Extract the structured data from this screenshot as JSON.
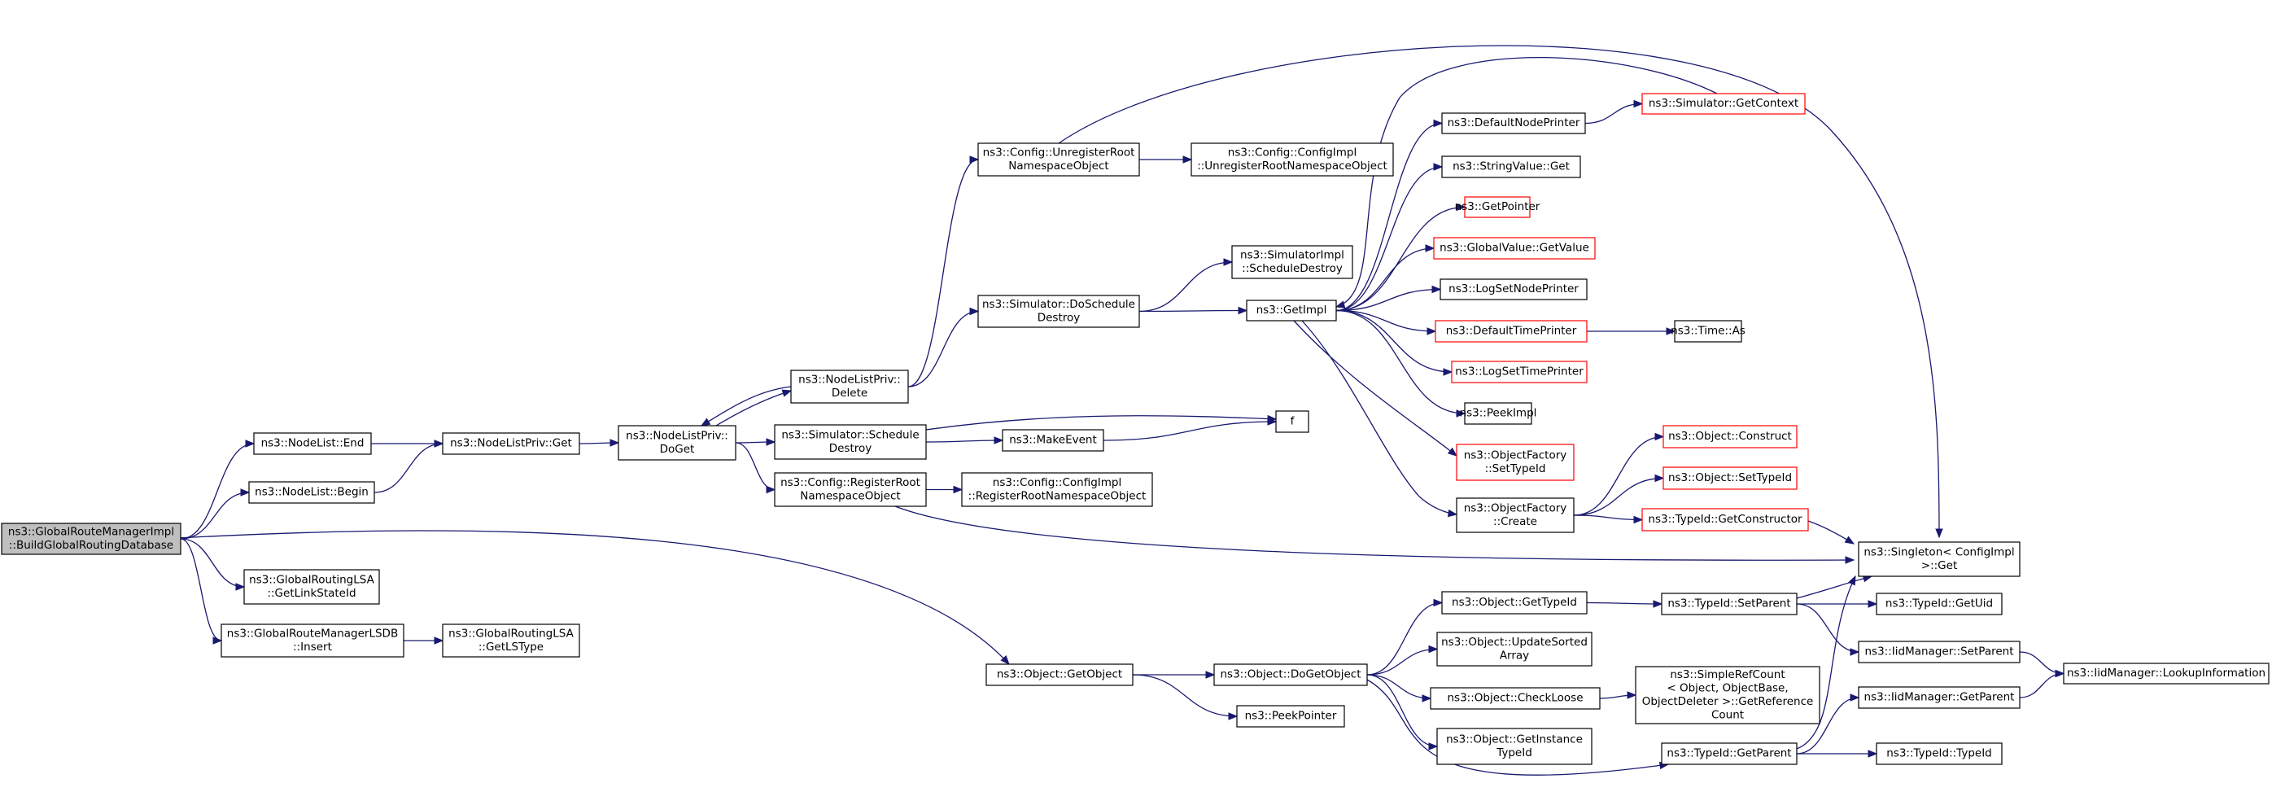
{
  "colors": {
    "edge": "#191970",
    "node_border": "#000000",
    "truncated_border": "#ff0000",
    "root_fill": "#bfbfbf",
    "node_fill": "#ffffff"
  },
  "nodes": [
    {
      "id": "root",
      "lines": [
        "ns3::GlobalRouteManagerImpl",
        "::BuildGlobalRoutingDatabase"
      ],
      "root": true
    },
    {
      "id": "nl_end",
      "lines": [
        "ns3::NodeList::End"
      ]
    },
    {
      "id": "nl_begin",
      "lines": [
        "ns3::NodeList::Begin"
      ]
    },
    {
      "id": "lsa_getlinkstateid",
      "lines": [
        "ns3::GlobalRoutingLSA",
        "::GetLinkStateId"
      ]
    },
    {
      "id": "lsdb_insert",
      "lines": [
        "ns3::GlobalRouteManagerLSDB",
        "::Insert"
      ]
    },
    {
      "id": "lsa_getlstype",
      "lines": [
        "ns3::GlobalRoutingLSA",
        "::GetLSType"
      ]
    },
    {
      "id": "nlp_get",
      "lines": [
        "ns3::NodeListPriv::Get"
      ]
    },
    {
      "id": "nlp_doget",
      "lines": [
        "ns3::NodeListPriv::",
        "DoGet"
      ]
    },
    {
      "id": "nlp_delete",
      "lines": [
        "ns3::NodeListPriv::",
        "Delete"
      ]
    },
    {
      "id": "sim_scheduledestroy",
      "lines": [
        "ns3::Simulator::Schedule",
        "Destroy"
      ]
    },
    {
      "id": "cfg_registerroot",
      "lines": [
        "ns3::Config::RegisterRoot",
        "NamespaceObject"
      ]
    },
    {
      "id": "cfgimpl_registerroot",
      "lines": [
        "ns3::Config::ConfigImpl",
        "::RegisterRootNamespaceObject"
      ]
    },
    {
      "id": "cfg_unregisterroot",
      "lines": [
        "ns3::Config::UnregisterRoot",
        "NamespaceObject"
      ]
    },
    {
      "id": "cfgimpl_unregisterroot",
      "lines": [
        "ns3::Config::ConfigImpl",
        "::UnregisterRootNamespaceObject"
      ]
    },
    {
      "id": "sim_doscheduledestroy",
      "lines": [
        "ns3::Simulator::DoSchedule",
        "Destroy"
      ]
    },
    {
      "id": "simimpl_scheduledestroy",
      "lines": [
        "ns3::SimulatorImpl",
        "::ScheduleDestroy"
      ]
    },
    {
      "id": "makeevent",
      "lines": [
        "ns3::MakeEvent"
      ]
    },
    {
      "id": "f",
      "lines": [
        "f"
      ]
    },
    {
      "id": "getimpl",
      "lines": [
        "ns3::GetImpl"
      ]
    },
    {
      "id": "defaultnodeprinter",
      "lines": [
        "ns3::DefaultNodePrinter"
      ]
    },
    {
      "id": "sim_getcontext",
      "lines": [
        "ns3::Simulator::GetContext"
      ],
      "truncated": true
    },
    {
      "id": "stringvalue_get",
      "lines": [
        "ns3::StringValue::Get"
      ]
    },
    {
      "id": "getpointer",
      "lines": [
        "ns3::GetPointer"
      ],
      "truncated": true
    },
    {
      "id": "globalvalue_getvalue",
      "lines": [
        "ns3::GlobalValue::GetValue"
      ],
      "truncated": true
    },
    {
      "id": "logsetnodeprinter",
      "lines": [
        "ns3::LogSetNodePrinter"
      ]
    },
    {
      "id": "defaulttimeprinter",
      "lines": [
        "ns3::DefaultTimePrinter"
      ],
      "truncated": true
    },
    {
      "id": "time_as",
      "lines": [
        "ns3::Time::As"
      ]
    },
    {
      "id": "logsettimeprinter",
      "lines": [
        "ns3::LogSetTimePrinter"
      ],
      "truncated": true
    },
    {
      "id": "peekimpl",
      "lines": [
        "ns3::PeekImpl"
      ]
    },
    {
      "id": "objfactory_settypeid",
      "lines": [
        "ns3::ObjectFactory",
        "::SetTypeId"
      ],
      "truncated": true
    },
    {
      "id": "objfactory_create",
      "lines": [
        "ns3::ObjectFactory",
        "::Create"
      ]
    },
    {
      "id": "object_construct",
      "lines": [
        "ns3::Object::Construct"
      ],
      "truncated": true
    },
    {
      "id": "object_settypeid",
      "lines": [
        "ns3::Object::SetTypeId"
      ],
      "truncated": true
    },
    {
      "id": "typeid_getconstructor",
      "lines": [
        "ns3::TypeId::GetConstructor"
      ],
      "truncated": true
    },
    {
      "id": "singleton_get",
      "lines": [
        "ns3::Singleton< ConfigImpl",
        " >::Get"
      ]
    },
    {
      "id": "object_getobject",
      "lines": [
        "ns3::Object::GetObject"
      ]
    },
    {
      "id": "object_dogetobject",
      "lines": [
        "ns3::Object::DoGetObject"
      ]
    },
    {
      "id": "peekpointer",
      "lines": [
        "ns3::PeekPointer"
      ]
    },
    {
      "id": "object_gettypeid",
      "lines": [
        "ns3::Object::GetTypeId"
      ]
    },
    {
      "id": "object_updatesorted",
      "lines": [
        "ns3::Object::UpdateSorted",
        "Array"
      ]
    },
    {
      "id": "object_checkloose",
      "lines": [
        "ns3::Object::CheckLoose"
      ]
    },
    {
      "id": "object_getinstancetypeid",
      "lines": [
        "ns3::Object::GetInstance",
        "TypeId"
      ]
    },
    {
      "id": "simplerefcount",
      "lines": [
        "ns3::SimpleRefCount",
        "< Object, ObjectBase,",
        " ObjectDeleter >::GetReference",
        "Count"
      ]
    },
    {
      "id": "typeid_setparent",
      "lines": [
        "ns3::TypeId::SetParent"
      ]
    },
    {
      "id": "typeid_getparent",
      "lines": [
        "ns3::TypeId::GetParent"
      ]
    },
    {
      "id": "typeid_getuid",
      "lines": [
        "ns3::TypeId::GetUid"
      ]
    },
    {
      "id": "iidmanager_setparent",
      "lines": [
        "ns3::IidManager::SetParent"
      ]
    },
    {
      "id": "iidmanager_getparent",
      "lines": [
        "ns3::IidManager::GetParent"
      ]
    },
    {
      "id": "typeid_typeid",
      "lines": [
        "ns3::TypeId::TypeId"
      ]
    },
    {
      "id": "iidmanager_lookupinfo",
      "lines": [
        "ns3::IidManager::LookupInformation"
      ]
    }
  ],
  "edges": [
    [
      "root",
      "nl_end"
    ],
    [
      "root",
      "nl_begin"
    ],
    [
      "root",
      "lsa_getlinkstateid"
    ],
    [
      "root",
      "lsdb_insert"
    ],
    [
      "root",
      "object_getobject"
    ],
    [
      "nl_end",
      "nlp_get"
    ],
    [
      "nl_begin",
      "nlp_get"
    ],
    [
      "lsdb_insert",
      "lsa_getlstype"
    ],
    [
      "nlp_get",
      "nlp_doget"
    ],
    [
      "nlp_doget",
      "nlp_delete"
    ],
    [
      "nlp_delete",
      "nlp_doget"
    ],
    [
      "nlp_doget",
      "sim_scheduledestroy"
    ],
    [
      "nlp_doget",
      "cfg_registerroot"
    ],
    [
      "nlp_delete",
      "cfg_unregisterroot"
    ],
    [
      "nlp_delete",
      "sim_doscheduledestroy"
    ],
    [
      "sim_scheduledestroy",
      "makeevent"
    ],
    [
      "sim_scheduledestroy",
      "f"
    ],
    [
      "makeevent",
      "f"
    ],
    [
      "cfg_registerroot",
      "cfgimpl_registerroot"
    ],
    [
      "cfg_registerroot",
      "singleton_get"
    ],
    [
      "cfg_unregisterroot",
      "cfgimpl_unregisterroot"
    ],
    [
      "cfg_unregisterroot",
      "singleton_get"
    ],
    [
      "sim_doscheduledestroy",
      "simimpl_scheduledestroy"
    ],
    [
      "sim_doscheduledestroy",
      "getimpl"
    ],
    [
      "getimpl",
      "defaultnodeprinter"
    ],
    [
      "getimpl",
      "stringvalue_get"
    ],
    [
      "getimpl",
      "getpointer"
    ],
    [
      "getimpl",
      "globalvalue_getvalue"
    ],
    [
      "getimpl",
      "logsetnodeprinter"
    ],
    [
      "getimpl",
      "defaulttimeprinter"
    ],
    [
      "getimpl",
      "logsettimeprinter"
    ],
    [
      "getimpl",
      "peekimpl"
    ],
    [
      "getimpl",
      "objfactory_settypeid"
    ],
    [
      "getimpl",
      "objfactory_create"
    ],
    [
      "sim_getcontext",
      "getimpl"
    ],
    [
      "defaultnodeprinter",
      "sim_getcontext"
    ],
    [
      "defaulttimeprinter",
      "time_as"
    ],
    [
      "objfactory_create",
      "object_construct"
    ],
    [
      "objfactory_create",
      "object_settypeid"
    ],
    [
      "objfactory_create",
      "typeid_getconstructor"
    ],
    [
      "typeid_getconstructor",
      "singleton_get"
    ],
    [
      "object_getobject",
      "object_dogetobject"
    ],
    [
      "object_getobject",
      "peekpointer"
    ],
    [
      "object_dogetobject",
      "object_gettypeid"
    ],
    [
      "object_dogetobject",
      "object_updatesorted"
    ],
    [
      "object_dogetobject",
      "object_checkloose"
    ],
    [
      "object_dogetobject",
      "object_getinstancetypeid"
    ],
    [
      "object_dogetobject",
      "typeid_getparent"
    ],
    [
      "object_gettypeid",
      "typeid_setparent"
    ],
    [
      "object_checkloose",
      "simplerefcount"
    ],
    [
      "typeid_setparent",
      "singleton_get"
    ],
    [
      "typeid_setparent",
      "typeid_getuid"
    ],
    [
      "typeid_setparent",
      "iidmanager_setparent"
    ],
    [
      "typeid_getparent",
      "singleton_get"
    ],
    [
      "typeid_getparent",
      "iidmanager_getparent"
    ],
    [
      "typeid_getparent",
      "typeid_typeid"
    ],
    [
      "iidmanager_setparent",
      "iidmanager_lookupinfo"
    ],
    [
      "iidmanager_getparent",
      "iidmanager_lookupinfo"
    ]
  ]
}
